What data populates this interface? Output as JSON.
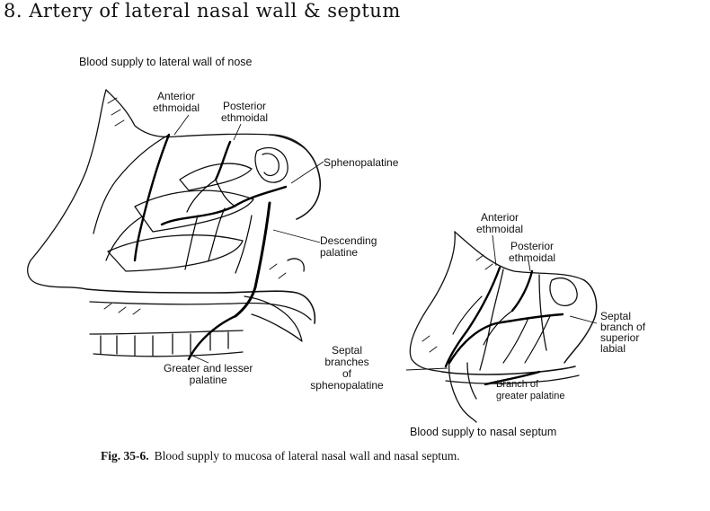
{
  "slide_title": "8. Artery of lateral nasal wall & septum",
  "lateral_wall": {
    "heading": "Blood supply to lateral wall of nose",
    "labels": {
      "anterior_ethmoidal": "Anterior\nethmoidal",
      "posterior_ethmoidal": "Posterior\nethmoidal",
      "sphenopalatine": "Sphenopalatine",
      "descending_palatine": "Descending\npalatine",
      "greater_lesser_palatine": "Greater and lesser\npalatine"
    }
  },
  "septum": {
    "heading": "Blood supply to nasal septum",
    "labels": {
      "anterior_ethmoidal": "Anterior\nethmoidal",
      "posterior_ethmoidal": "Posterior\nethmoidal",
      "septal_branch_superior_labial": "Septal\nbranch of\nsuperior\nlabial",
      "septal_branches_sphenopalatine": "Septal\nbranches\nof\nsphenopalatine",
      "branch_greater_palatine": "Branch of\ngreater palatine"
    }
  },
  "caption": {
    "fig_number": "Fig. 35-6.",
    "text": "Blood supply to mucosa of lateral nasal wall and nasal septum."
  }
}
